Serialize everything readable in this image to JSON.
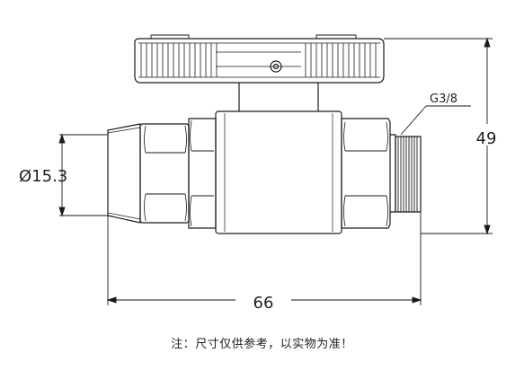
{
  "dimensions": {
    "diameter_label": "Ø15.3",
    "thread_label": "G3/8",
    "height_label": "49",
    "length_label": "66"
  },
  "note": "注：尺寸仅供参考，以实物为准！"
}
